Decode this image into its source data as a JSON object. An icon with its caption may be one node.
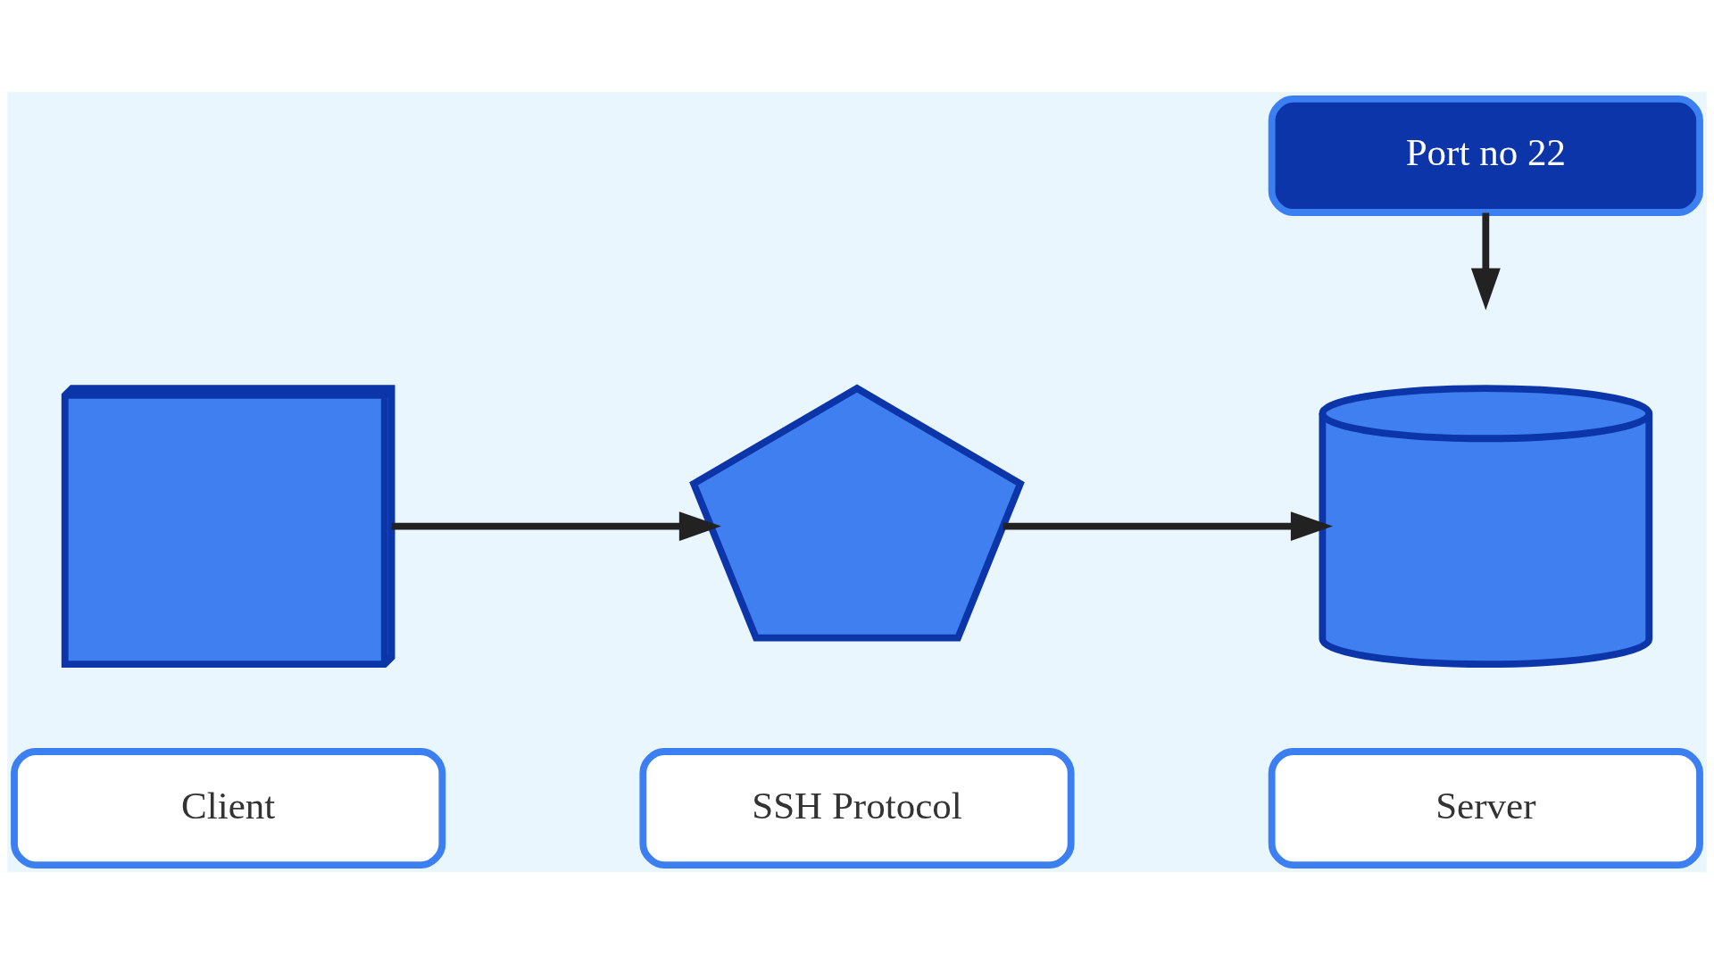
{
  "diagram": {
    "nodes": [
      {
        "text": [
          "Port no 22"
        ]
      },
      {
        "text": [],
        "shape": "computer"
      },
      {
        "text": [],
        "shape": "shield"
      },
      {
        "text": [],
        "shape": "server"
      },
      {
        "text": [
          "Client"
        ]
      },
      {
        "text": [
          "SSH Protocol"
        ]
      },
      {
        "text": [
          "Server"
        ]
      }
    ],
    "edges": [
      {
        "from": 1,
        "to": 2,
        "arrow": "to"
      },
      {
        "from": 2,
        "to": 3,
        "arrow": "to"
      },
      {
        "from": 0,
        "to": null,
        "arrow": "to"
      }
    ]
  }
}
